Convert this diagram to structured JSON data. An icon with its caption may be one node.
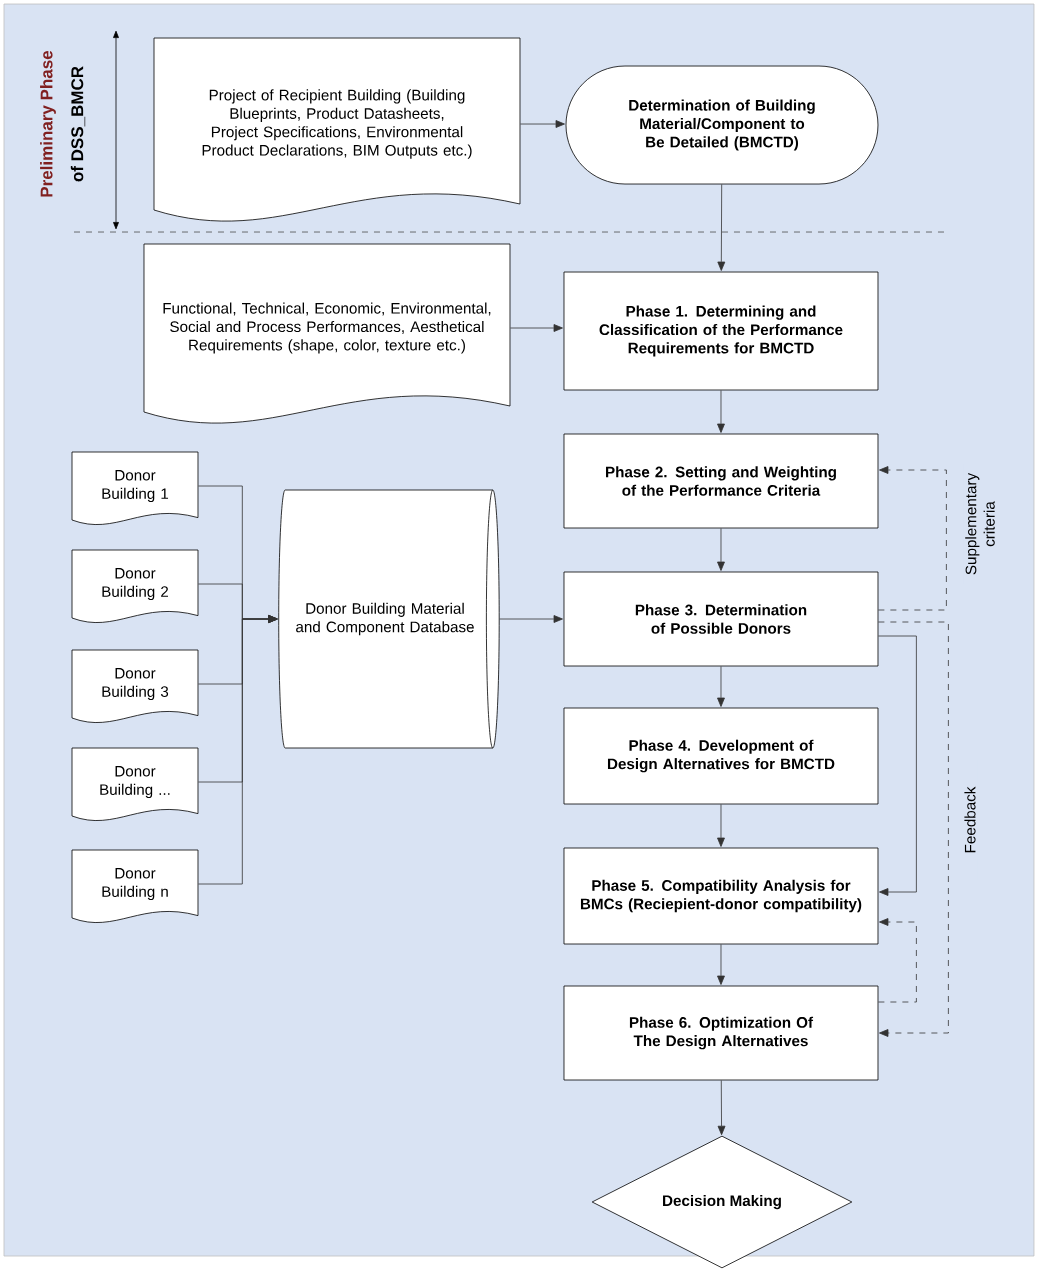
{
  "diagram": {
    "nodes": [
      {
        "text": [
          "Project of Recipient Building (Building Blueprints, Product Datasheets, Project Specifications, Environmental Product Declarations, BIM Outputs etc.)"
        ]
      },
      {
        "text": [
          "Determination of Building Material/Component to Be Detailed (BMCTD)"
        ]
      },
      {
        "text": [
          "Functional, Technical, Economic, Environmental, Social and Process Performances, Aesthetical Requirements (shape, color, texture etc.)"
        ]
      },
      {
        "text": [
          "Phase 1. Determining and Classification of the Performance Requirements for BMCTD"
        ]
      },
      {
        "text": [
          "Phase 2. Setting and Weighting of the Performance Criteria"
        ]
      },
      {
        "text": [
          "Donor Building 1"
        ]
      },
      {
        "text": [
          "Donor Building 2"
        ]
      },
      {
        "text": [
          "Donor Building 3"
        ]
      },
      {
        "text": [
          "Donor Building ..."
        ]
      },
      {
        "text": [
          "Donor Building n"
        ]
      },
      {
        "text": [
          "Donor Building Material and Component Database"
        ]
      },
      {
        "text": [
          "Phase 3. Determination of Possible Donors"
        ]
      },
      {
        "text": [
          "Phase 4. Development of Design Alternatives for BMCTD"
        ]
      },
      {
        "text": [
          "Phase 5. Compatibility Analysis for BMCs (Reciepient-donor compatibility)"
        ]
      },
      {
        "text": [
          "Phase 6. Optimization Of The Design Alternatives"
        ]
      },
      {
        "text": [
          "Decision Making"
        ]
      }
    ],
    "edges": [
      {
        "from": 0,
        "to": 1,
        "arrow": "to"
      },
      {
        "from": 1,
        "to": 3,
        "arrow": "to"
      },
      {
        "from": 2,
        "to": 3,
        "arrow": "to"
      },
      {
        "from": 3,
        "to": 4,
        "arrow": "to"
      },
      {
        "from": 4,
        "to": 11,
        "arrow": "to"
      },
      {
        "from": 11,
        "to": 12,
        "arrow": "to"
      },
      {
        "from": 12,
        "to": 13,
        "arrow": "to"
      },
      {
        "from": 13,
        "to": 14,
        "arrow": "to"
      },
      {
        "from": 14,
        "to": 15,
        "arrow": "to"
      },
      {
        "from": 5,
        "to": 10,
        "arrow": "to"
      },
      {
        "from": 6,
        "to": 10,
        "arrow": "to"
      },
      {
        "from": 7,
        "to": 10,
        "arrow": "to"
      },
      {
        "from": 8,
        "to": 10,
        "arrow": "to"
      },
      {
        "from": 9,
        "to": 10,
        "arrow": "to"
      },
      {
        "from": 10,
        "to": 11,
        "arrow": "to"
      },
      {
        "from": 11,
        "to": 13,
        "arrow": "to"
      },
      {
        "from": 11,
        "to": 4,
        "arrow": "to",
        "style": "dashed",
        "label": "Supplementary criteria"
      },
      {
        "from": 11,
        "to": 14,
        "arrow": "to",
        "style": "dashed",
        "label": "Feedback"
      },
      {
        "from": 14,
        "to": 13,
        "arrow": "to",
        "style": "dashed"
      }
    ],
    "labels": [
      "Preliminary Phase",
      "of DSS_BMCR"
    ]
  }
}
